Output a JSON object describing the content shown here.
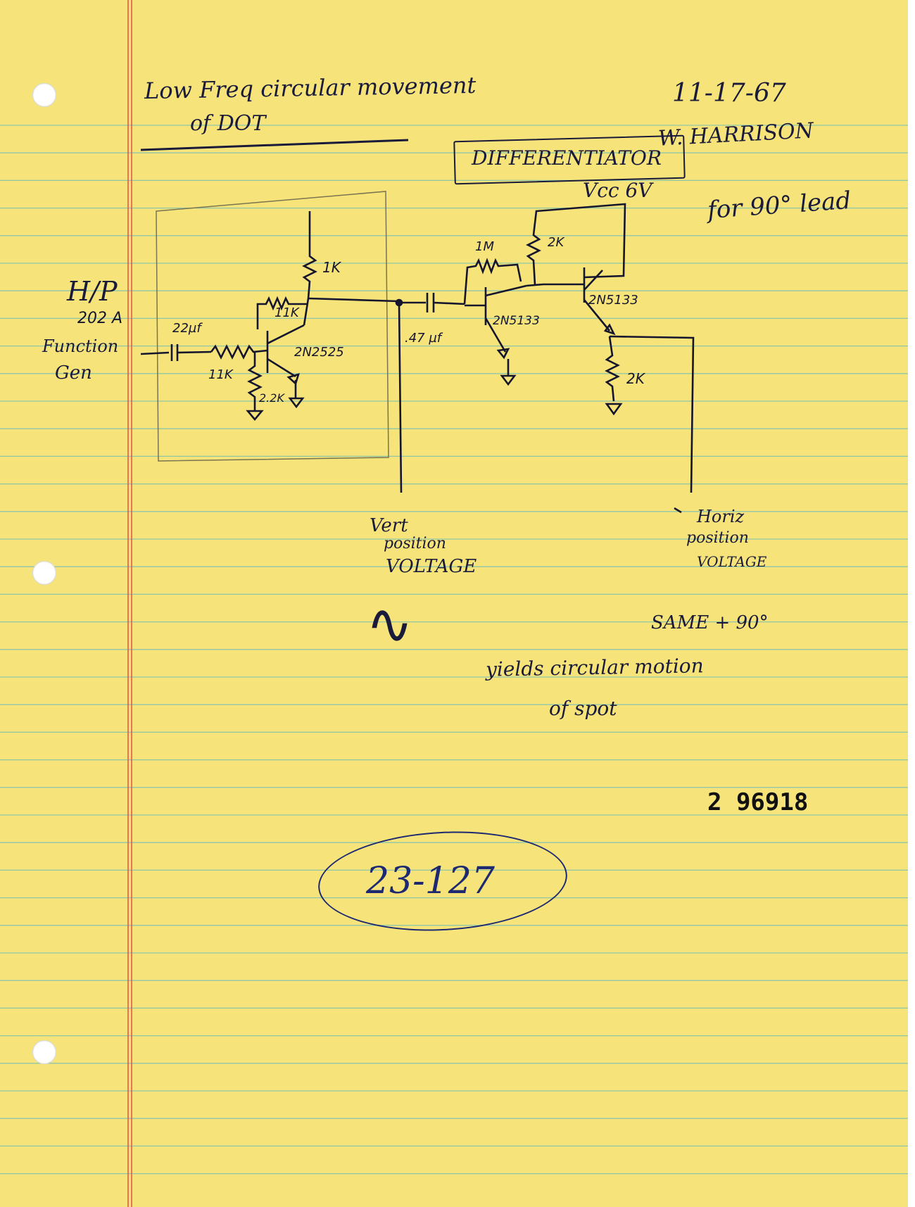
{
  "header": {
    "title_line1": "Low Freq circular movement",
    "title_line2": "of DOT",
    "date": "11-17-67",
    "author": "W. HARRISON",
    "boxed_label": "DIFFERENTIATOR",
    "vcc_note": "Vcc 6V",
    "lead_note": "for 90° lead"
  },
  "schematic": {
    "source_line1": "H/P",
    "source_line2": "202 A",
    "source_line3": "Function",
    "source_line4": "Gen",
    "cap_input": "22µf",
    "res_input": "11K",
    "res_emitter": "2.2K",
    "res_collector": "1K",
    "res_feedback": "11K",
    "transistor1": "2N2525",
    "cap_diff": ".47 µf",
    "res_1meg": "1M",
    "res_2k_top": "2K",
    "transistor2": "2N5133",
    "transistor3": "2N5133",
    "res_2k_bottom": "2K",
    "vert_label_line1": "Vert",
    "vert_label_line2": "position",
    "vert_label_line3": "VOLTAGE",
    "horiz_label_line1": "Horiz",
    "horiz_label_line2": "position",
    "horiz_label_line3": "VOLTAGE"
  },
  "notes": {
    "wave_symbol": "∿",
    "same_line": "SAME + 90°",
    "yields_line": "yields circular motion",
    "spot_line": "of spot"
  },
  "stamp_number": "2 96918",
  "circled_number": "23-127",
  "colors": {
    "paper": "#f6e47a",
    "rule_lines": "#8fc6a8",
    "margin_lines": "#e0534a",
    "ink": "#1a1a3a",
    "blue_ink": "#1d2a72"
  }
}
